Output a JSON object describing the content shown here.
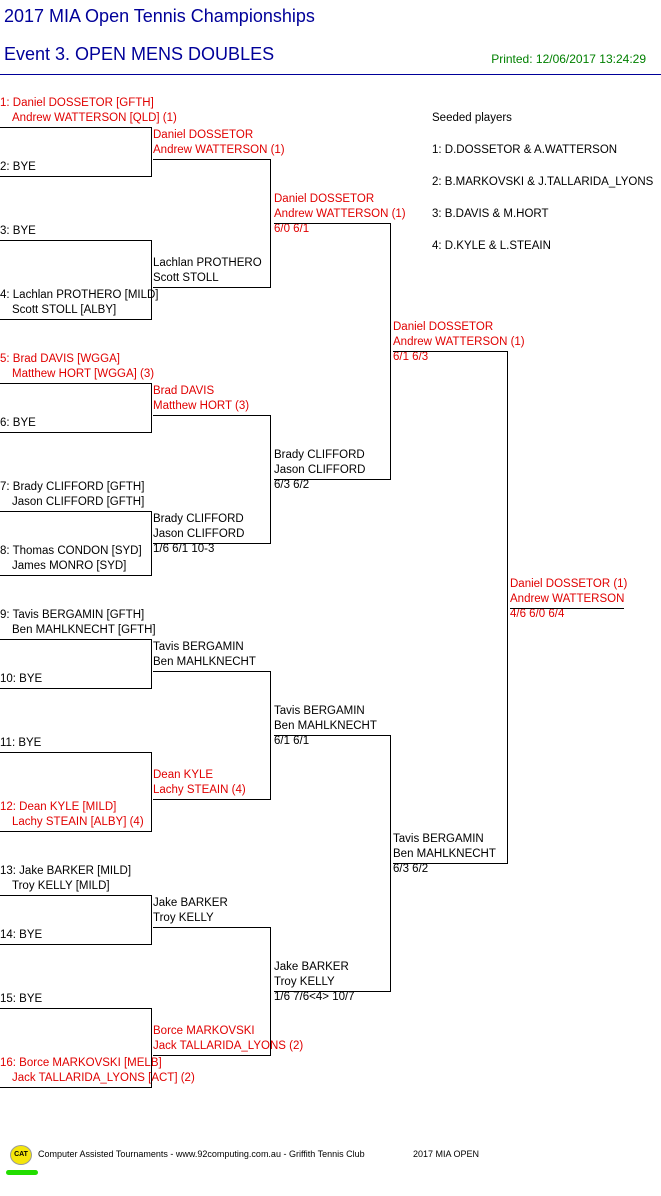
{
  "header": {
    "title": "2017 MIA Open Tennis Championships",
    "event": "Event 3. OPEN MENS DOUBLES",
    "printed": "Printed: 12/06/2017 13:24:29"
  },
  "seeded": {
    "heading": "Seeded players",
    "list": [
      "1: D.DOSSETOR & A.WATTERSON",
      "2: B.MARKOVSKI & J.TALLARIDA_LYONS",
      "3: B.DAVIS & M.HORT",
      "4: D.KYLE & L.STEAIN"
    ]
  },
  "round1": [
    {
      "l1": "1: Daniel DOSSETOR [GFTH]",
      "l2": "Andrew WATTERSON [QLD] (1)",
      "seed": true
    },
    {
      "l1": "2: BYE",
      "l2": "",
      "seed": false
    },
    {
      "l1": "3: BYE",
      "l2": "",
      "seed": false
    },
    {
      "l1": "4: Lachlan PROTHERO [MILD]",
      "l2": "Scott STOLL [ALBY]",
      "seed": false
    },
    {
      "l1": "5: Brad DAVIS [WGGA]",
      "l2": "Matthew HORT [WGGA] (3)",
      "seed": true
    },
    {
      "l1": "6: BYE",
      "l2": "",
      "seed": false
    },
    {
      "l1": "7: Brady CLIFFORD [GFTH]",
      "l2": "Jason CLIFFORD [GFTH]",
      "seed": false
    },
    {
      "l1": "8: Thomas CONDON [SYD]",
      "l2": "James MONRO [SYD]",
      "seed": false
    },
    {
      "l1": "9: Tavis BERGAMIN [GFTH]",
      "l2": "Ben MAHLKNECHT [GFTH]",
      "seed": false
    },
    {
      "l1": "10: BYE",
      "l2": "",
      "seed": false
    },
    {
      "l1": "11: BYE",
      "l2": "",
      "seed": false
    },
    {
      "l1": "12: Dean KYLE [MILD]",
      "l2": "Lachy STEAIN [ALBY] (4)",
      "seed": true
    },
    {
      "l1": "13: Jake BARKER [MILD]",
      "l2": "Troy KELLY [MILD]",
      "seed": false
    },
    {
      "l1": "14: BYE",
      "l2": "",
      "seed": false
    },
    {
      "l1": "15: BYE",
      "l2": "",
      "seed": false
    },
    {
      "l1": "16: Borce MARKOVSKI [MELB]",
      "l2": "Jack TALLARIDA_LYONS [ACT] (2)",
      "seed": true
    }
  ],
  "round2": [
    {
      "l1": "Daniel DOSSETOR",
      "l2": "Andrew WATTERSON (1)",
      "score": "",
      "seed": true
    },
    {
      "l1": "Lachlan PROTHERO",
      "l2": "Scott STOLL",
      "score": "",
      "seed": false
    },
    {
      "l1": "Brad DAVIS",
      "l2": "Matthew HORT (3)",
      "score": "",
      "seed": true
    },
    {
      "l1": "Brady CLIFFORD",
      "l2": "Jason CLIFFORD",
      "score": "1/6 6/1 10-3",
      "seed": false
    },
    {
      "l1": "Tavis BERGAMIN",
      "l2": "Ben MAHLKNECHT",
      "score": "",
      "seed": false
    },
    {
      "l1": "Dean KYLE",
      "l2": "Lachy STEAIN (4)",
      "score": "",
      "seed": true
    },
    {
      "l1": "Jake BARKER",
      "l2": "Troy KELLY",
      "score": "",
      "seed": false
    },
    {
      "l1": "Borce MARKOVSKI",
      "l2": "Jack TALLARIDA_LYONS (2)",
      "score": "",
      "seed": true
    }
  ],
  "round3": [
    {
      "l1": "Daniel DOSSETOR",
      "l2": "Andrew WATTERSON (1)",
      "score": "6/0 6/1",
      "seed": true
    },
    {
      "l1": "Brady CLIFFORD",
      "l2": "Jason CLIFFORD",
      "score": "6/3 6/2",
      "seed": false
    },
    {
      "l1": "Tavis BERGAMIN",
      "l2": "Ben MAHLKNECHT",
      "score": "6/1 6/1",
      "seed": false
    },
    {
      "l1": "Jake BARKER",
      "l2": "Troy KELLY",
      "score": "1/6 7/6<4> 10/7",
      "seed": false
    }
  ],
  "round4": [
    {
      "l1": "Daniel DOSSETOR",
      "l2": "Andrew WATTERSON (1)",
      "score": "6/1 6/3",
      "seed": true
    },
    {
      "l1": "Tavis BERGAMIN",
      "l2": "Ben MAHLKNECHT",
      "score": "6/3 6/2",
      "seed": false
    }
  ],
  "final": {
    "l1": "Daniel DOSSETOR (1)",
    "l2": "Andrew WATTERSON",
    "score": "4/6 6/0 6/4",
    "seed": true
  },
  "footer": {
    "logo": "CAT",
    "credit": "Computer Assisted Tournaments - www.92computing.com.au -  Griffith Tennis Club",
    "tournament": "2017 MIA OPEN"
  }
}
